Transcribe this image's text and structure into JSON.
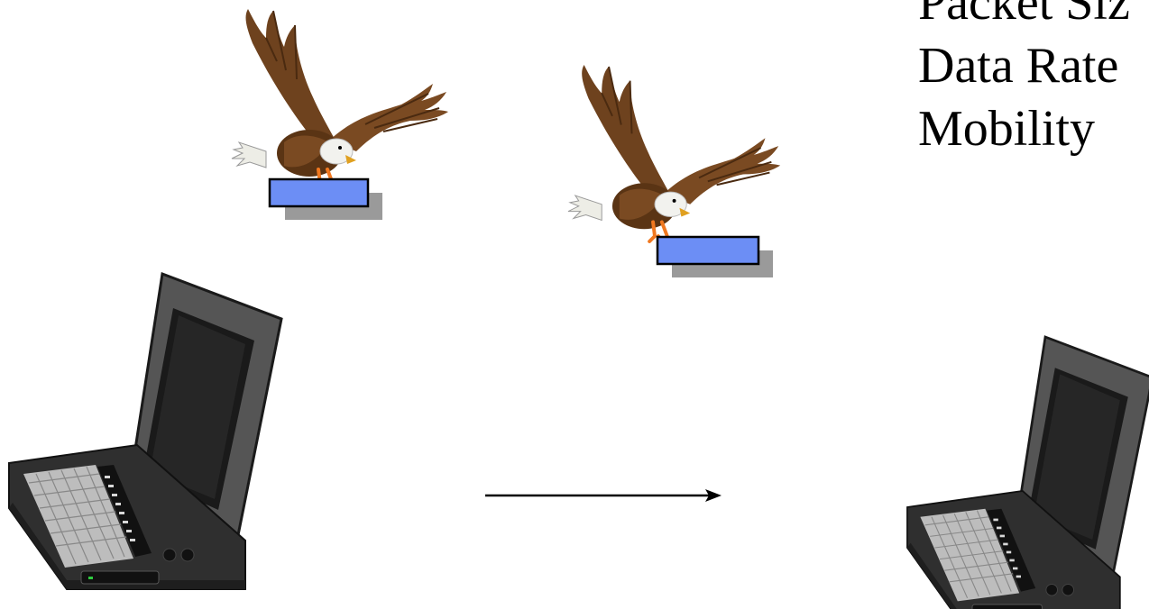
{
  "labels": {
    "line1": "Packet Siz",
    "line2": "Data Rate",
    "line3": "Mobility"
  },
  "colors": {
    "packet_fill": "#6C8EF5",
    "packet_shadow": "#9A9A9A",
    "eagle_wing": "#7A4A22",
    "eagle_head": "#F2F2EE",
    "eagle_talon": "#F07820",
    "laptop_case": "#2F2F2F",
    "laptop_lid": "#555555",
    "laptop_screen": "#1A1A1A",
    "keys": "#D8D8D8",
    "arrow": "#000000"
  },
  "icons": [
    "eagle-icon",
    "packet-icon",
    "laptop-icon",
    "arrow-icon"
  ]
}
